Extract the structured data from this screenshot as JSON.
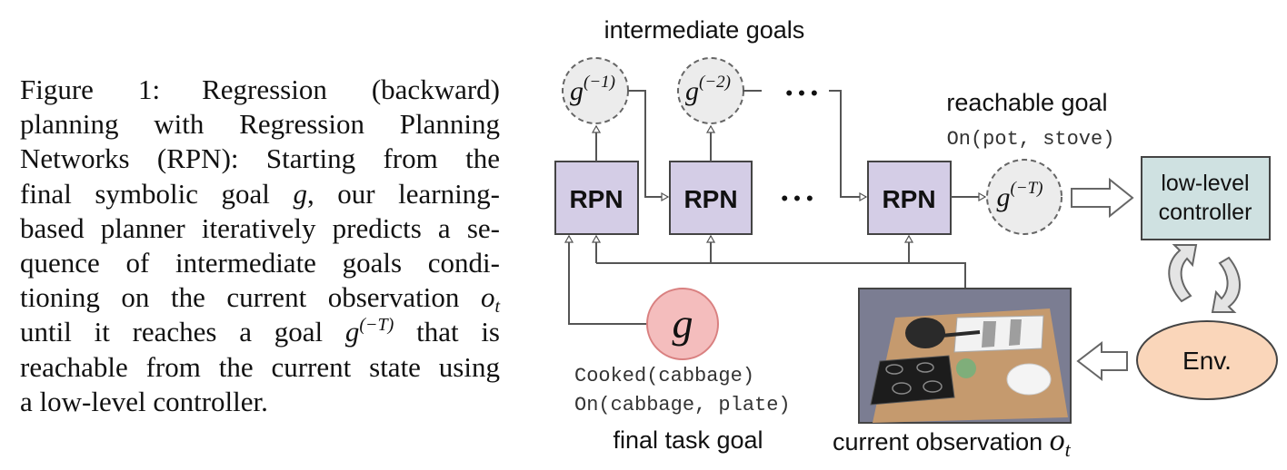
{
  "caption": {
    "fig_label": "Figure 1:",
    "line1_rest": "Regression (backward)",
    "line2": "planning with Regression Planning",
    "line3": "Networks (RPN): Starting from the",
    "line4_a": "final symbolic goal ",
    "line4_var": "g",
    "line4_b": ", our learning-",
    "line5": "based planner iteratively predicts a se-",
    "line6": "quence of intermediate goals condi-",
    "line7_a": "tioning on the current observation ",
    "line7_var": "o",
    "line7_sub": "t",
    "line8_a": "until it reaches a goal ",
    "line8_var": "g",
    "line8_sup": "(−T)",
    "line8_b": " that is",
    "line9": "reachable from the current state using",
    "line10": "a low-level controller."
  },
  "diagram": {
    "intermediate_goals_label": "intermediate goals",
    "goal_nodes": [
      {
        "var": "g",
        "sup": "(−1)"
      },
      {
        "var": "g",
        "sup": "(−2)"
      },
      {
        "var": "g",
        "sup": "(−T)"
      }
    ],
    "ellipsis": "• • •",
    "rpn_label": "RPN",
    "reachable_goal_label": "reachable goal",
    "reachable_goal_expr": "On(pot, stove)",
    "controller_label_line1": "low-level",
    "controller_label_line2": "controller",
    "env_label": "Env.",
    "final_goal_var": "g",
    "final_goal_expr_1": "Cooked(cabbage)",
    "final_goal_expr_2": "On(cabbage, plate)",
    "final_task_goal_label": "final task goal",
    "current_observation_label": "current observation ",
    "obs_var": "o",
    "obs_sub": "t",
    "colors": {
      "rpn_fill": "#d4cde6",
      "goal_fill": "#ececec",
      "final_goal_fill": "#f4bdbd",
      "final_goal_stroke": "#d98080",
      "controller_fill": "#cfe1e1",
      "env_fill": "#fad6ba",
      "arrow": "#555555"
    }
  }
}
